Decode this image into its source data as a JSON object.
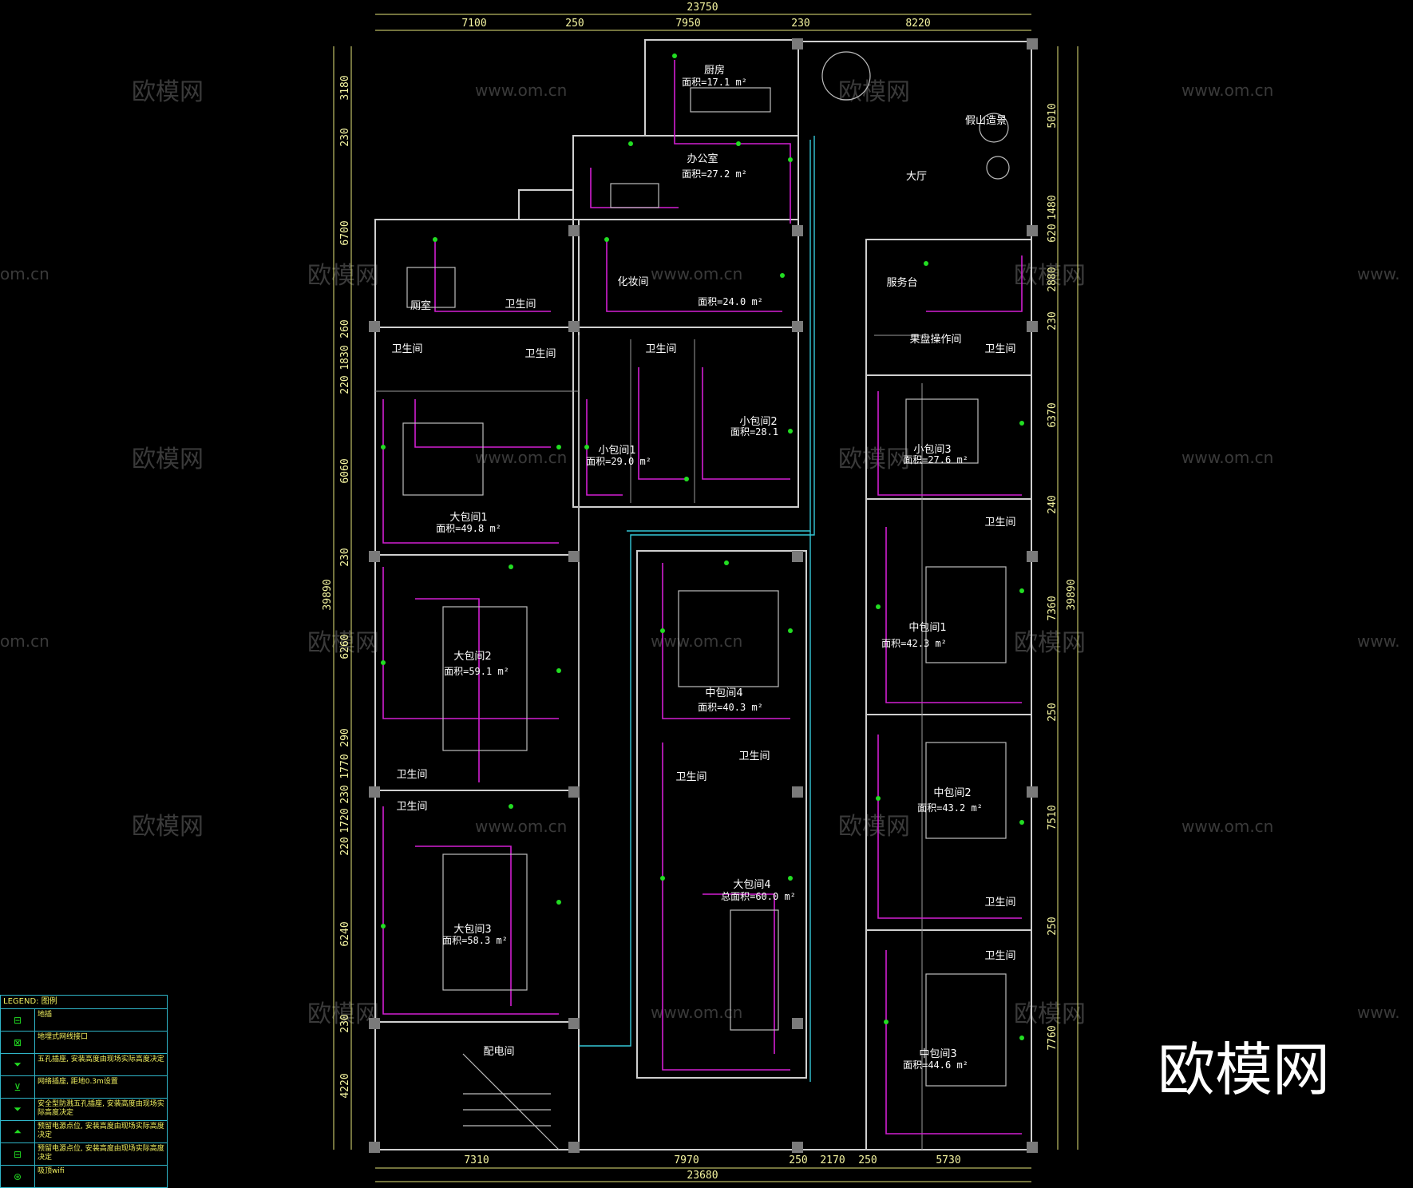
{
  "dims_top": {
    "total": "23750",
    "segments": [
      "7100",
      "250",
      "7950",
      "230",
      "8220"
    ]
  },
  "dims_bottom": {
    "total": "23680",
    "segments": [
      "7310",
      "7970",
      "250",
      "2170",
      "250",
      "5730"
    ]
  },
  "dims_left": {
    "total": "39890",
    "segments": [
      "3180",
      "230",
      "6700",
      "260",
      "1830",
      "220",
      "6060",
      "230",
      "6260",
      "290",
      "1770",
      "230",
      "1720",
      "220",
      "6240",
      "230",
      "4220"
    ]
  },
  "dims_right": {
    "total": "39890",
    "segments": [
      "5010",
      "1480",
      "620",
      "2880",
      "230",
      "6370",
      "240",
      "7360",
      "250",
      "7510",
      "250",
      "7760"
    ]
  },
  "rooms": {
    "kitchen": {
      "name": "厨房",
      "area": "面积=17.1 m²"
    },
    "rockery": {
      "name": "假山造景"
    },
    "hall": {
      "name": "大厅"
    },
    "office": {
      "name": "办公室",
      "area": "面积=27.2 m²"
    },
    "makeup": {
      "name": "化妆间",
      "area": "面积=24.0 m²"
    },
    "restroom": {
      "name": "厕室"
    },
    "wc_top": {
      "name": "卫生间"
    },
    "service": {
      "name": "服务台"
    },
    "fruit": {
      "name": "果盘操作间"
    },
    "wc_service": {
      "name": "卫生间"
    },
    "wc_a": {
      "name": "卫生间"
    },
    "wc_b": {
      "name": "卫生间"
    },
    "wc_c": {
      "name": "卫生间"
    },
    "small1": {
      "name": "小包间1",
      "area": "面积=29.0 m²"
    },
    "small2": {
      "name": "小包间2",
      "area": "面积=28.1"
    },
    "small3": {
      "name": "小包间3",
      "area": "面积=27.6 m²"
    },
    "big1": {
      "name": "大包间1",
      "area": "面积=49.8 m²"
    },
    "big2": {
      "name": "大包间2",
      "area": "面积=59.1 m²"
    },
    "big3": {
      "name": "大包间3",
      "area": "面积=58.3 m²"
    },
    "big4": {
      "name": "大包间4",
      "area": "总面积=60.0 m²"
    },
    "mid1": {
      "name": "中包间1",
      "area": "面积=42.3 m²"
    },
    "mid2": {
      "name": "中包间2",
      "area": "面积=43.2 m²"
    },
    "mid3": {
      "name": "中包间3",
      "area": "面积=44.6 m²"
    },
    "mid4": {
      "name": "中包间4",
      "area": "面积=40.3 m²"
    },
    "wc_big2": {
      "name": "卫生间"
    },
    "wc_big3": {
      "name": "卫生间"
    },
    "wc_mid4a": {
      "name": "卫生间"
    },
    "wc_mid4b": {
      "name": "卫生间"
    },
    "wc_mid1": {
      "name": "卫生间"
    },
    "wc_mid2": {
      "name": "卫生间"
    },
    "wc_mid3": {
      "name": "卫生间"
    },
    "power": {
      "name": "配电间"
    }
  },
  "watermarks": {
    "brand": "欧模网",
    "url": "www.om.cn",
    "url_partial": "om.cn",
    "url_cut": "www.",
    "logo": "欧模网"
  },
  "legend": {
    "title": "LEGEND: 图例",
    "items": [
      {
        "text": "地插"
      },
      {
        "text": "地埋式网线接口"
      },
      {
        "text": "五孔插座, 安装高度由现场实际高度决定"
      },
      {
        "text": "网络插座, 距地0.3m设置"
      },
      {
        "text": "安全型防溅五孔插座, 安装高度由现场实际高度决定"
      },
      {
        "text": "预留电源点位, 安装高度由现场实际高度决定"
      },
      {
        "text": "预留电源点位, 安装高度由现场实际高度决定"
      },
      {
        "text": "吸顶wifi"
      }
    ]
  },
  "colors": {
    "background": "#000000",
    "wall": "#cfcfcf",
    "wiring": "#d21fd2",
    "dimension": "#f5f5a0",
    "outlet": "#22dd22",
    "conduit": "#35c8d8"
  }
}
